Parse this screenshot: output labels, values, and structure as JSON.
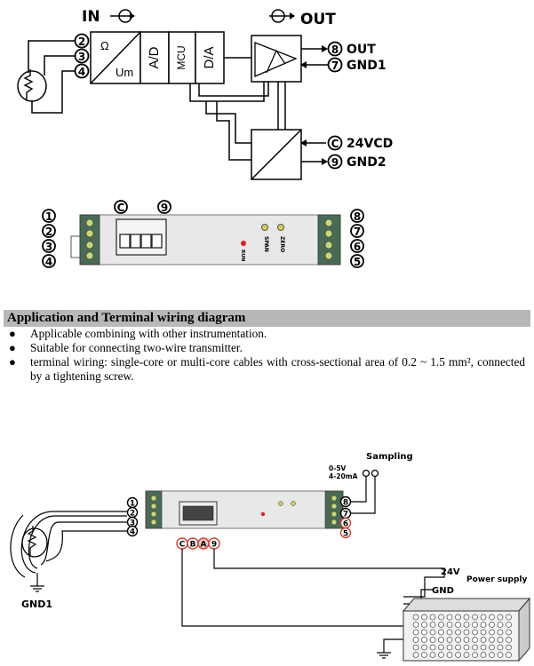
{
  "block_diagram": {
    "in_label": "IN",
    "out_label": "OUT",
    "omega": "Ω",
    "um": "Um",
    "ad": "A/D",
    "mcu": "MCU",
    "da": "D/A",
    "terminals_in": [
      "2",
      "3",
      "4"
    ],
    "out_terminals": [
      {
        "num": "8",
        "label": "OUT"
      },
      {
        "num": "7",
        "label": "GND1"
      },
      {
        "num": "C",
        "label": "24VCD"
      },
      {
        "num": "9",
        "label": "GND2"
      }
    ]
  },
  "module": {
    "top_connectors": [
      "C",
      "9"
    ],
    "left_terminals": [
      "1",
      "2",
      "3",
      "4"
    ],
    "right_terminals": [
      "8",
      "7",
      "6",
      "5"
    ],
    "zero": "ZERO",
    "span": "SPAN",
    "run": "RUN"
  },
  "section": {
    "title": "Application and Terminal wiring diagram",
    "bullets": [
      "Applicable combining with other instrumentation.",
      "Suitable for connecting two-wire transmitter.",
      "terminal wiring: single-core or multi-core cables with cross-sectional area of 0.2 ~ 1.5 mm², connected by a tightening screw."
    ]
  },
  "wiring": {
    "sampling": "Sampling",
    "range_v": "0-5V",
    "range_ma": "4-20mA",
    "gnd1": "GND1",
    "v24": "24V",
    "gnd": "GND",
    "power_supply": "Power supply",
    "left_terminals": [
      "1",
      "2",
      "3",
      "4"
    ],
    "right_terminals": [
      "8",
      "7",
      "6",
      "5"
    ],
    "bottom_terminals": [
      "C",
      "B",
      "A",
      "9"
    ]
  }
}
